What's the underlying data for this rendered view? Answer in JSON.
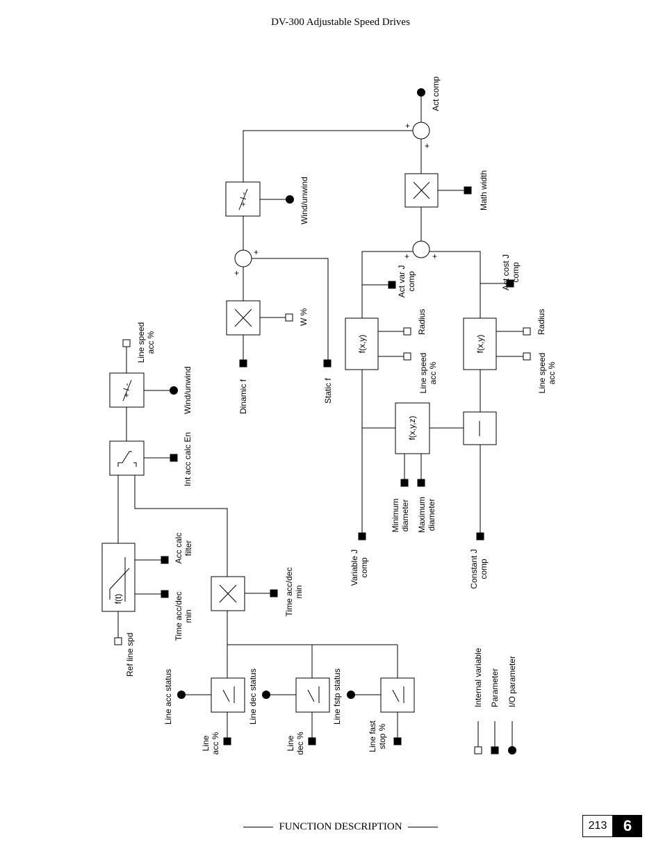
{
  "header": {
    "title": "DV-300 Adjustable Speed Drives"
  },
  "footer": {
    "section": "FUNCTION DESCRIPTION",
    "page_number": "213",
    "chapter": "6"
  },
  "blocks": {
    "ft": "f(t)",
    "fxy": "f(x,y)",
    "fxyz": "f(x,y,z)",
    "sign": "+ / -",
    "plus": "+"
  },
  "labels": {
    "act_comp": "Act comp",
    "math_width": "Math width",
    "act_cost_j_comp": [
      "Act cost J",
      "comp"
    ],
    "act_var_j_comp": [
      "Act var J",
      "comp"
    ],
    "radius": "Radius",
    "line_speed_acc": [
      "Line speed",
      "acc %"
    ],
    "minimum_diameter": [
      "Minimum",
      "diameter"
    ],
    "maximum_diameter": [
      "Maximum",
      "diameter"
    ],
    "variable_j_comp": [
      "Variable J",
      "comp"
    ],
    "constant_j_comp": [
      "Constant J",
      "comp"
    ],
    "wind_unwind": "Wind/unwind",
    "w_percent": "W %",
    "dinamic_f": "Dinamic f",
    "static_f": "Static f",
    "int_acc_calc_en": "Int acc calc En",
    "acc_calc_filter": [
      "Acc calc",
      "filter"
    ],
    "time_acc_dec_min": [
      "Time acc/dec",
      "min"
    ],
    "ref_line_spd": "Ref line spd",
    "line_acc_status": "Line acc status",
    "line_dec_status": "Line dec status",
    "line_fstp_status": "Line fstp status",
    "line_acc": [
      "Line",
      "acc %"
    ],
    "line_dec": [
      "Line",
      "dec %"
    ],
    "line_fast_stop": [
      "Line fast",
      "stop %"
    ]
  },
  "legend": {
    "internal_variable": "Internal variable",
    "parameter": "Parameter",
    "io_parameter": "I/O parameter"
  }
}
